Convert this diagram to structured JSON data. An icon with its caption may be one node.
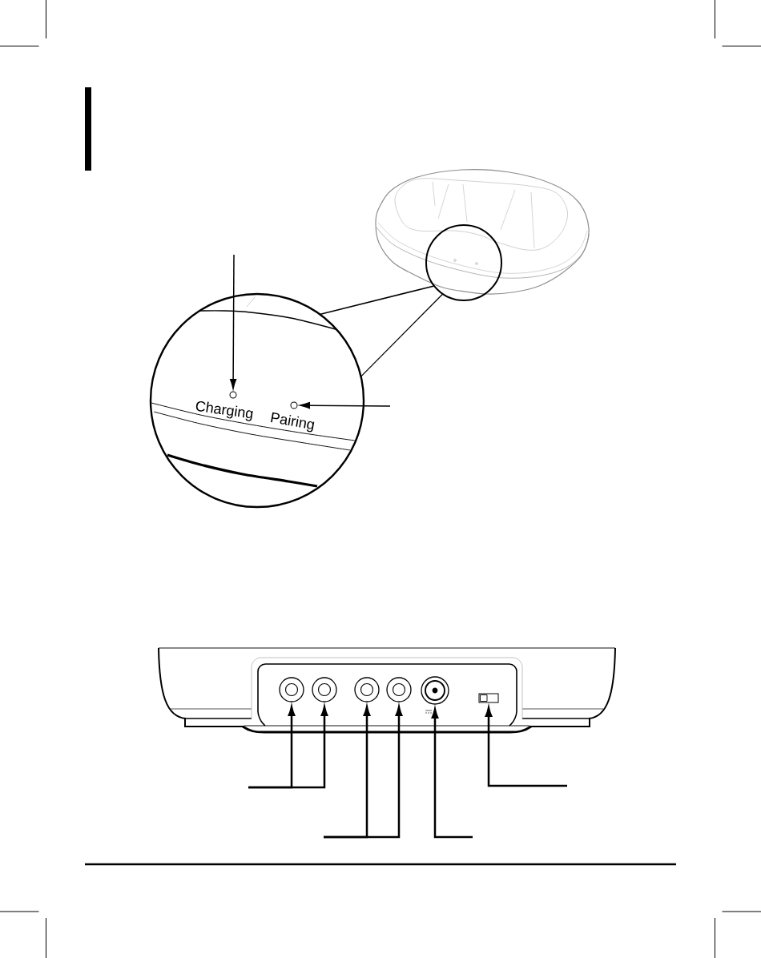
{
  "diagram": {
    "nodes": [
      {
        "text": [],
        "shape": "circle"
      },
      {
        "text": [],
        "shape": "circle"
      },
      {
        "text": [],
        "shape": "circle",
        "in": 1,
        "beside": [
          "Charging"
        ]
      },
      {
        "text": [],
        "shape": "circle",
        "in": 1,
        "beside": [
          "Pairing"
        ]
      },
      {
        "text": [],
        "shape": "circle"
      },
      {
        "text": [],
        "shape": "circle"
      },
      {
        "text": [],
        "shape": "circle"
      },
      {
        "text": [],
        "shape": "circle"
      },
      {
        "text": [],
        "shape": "circle"
      },
      {
        "text": [],
        "shape": "box"
      }
    ],
    "edges": [
      {
        "from": null,
        "to": 2,
        "arrow": "to"
      },
      {
        "from": null,
        "to": 3,
        "arrow": "to"
      },
      {
        "from": 0,
        "to": 1,
        "arrow": "none"
      },
      {
        "from": 0,
        "to": 1,
        "arrow": "none"
      },
      {
        "from": null,
        "to": 4,
        "arrow": "to"
      },
      {
        "from": null,
        "to": 5,
        "arrow": "to"
      },
      {
        "from": null,
        "to": 6,
        "arrow": "to"
      },
      {
        "from": null,
        "to": 7,
        "arrow": "to"
      },
      {
        "from": null,
        "to": 8,
        "arrow": "to"
      },
      {
        "from": null,
        "to": 9,
        "arrow": "to"
      }
    ]
  }
}
